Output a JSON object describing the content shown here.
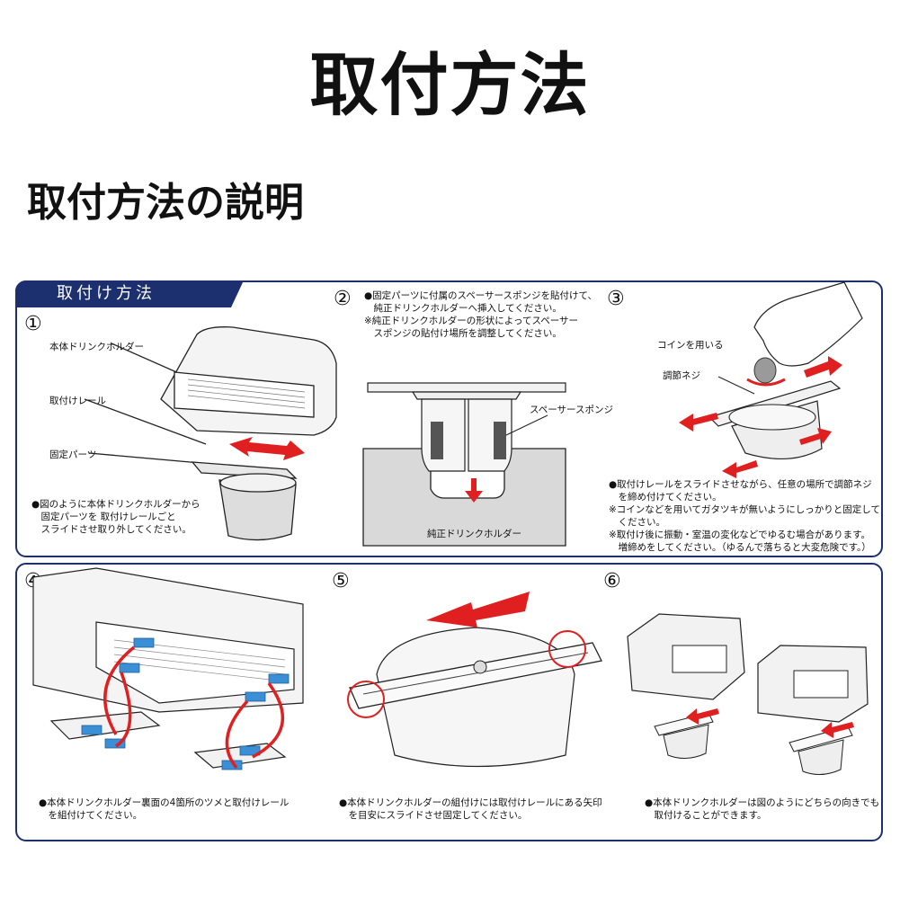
{
  "title": "取付方法",
  "subtitle": "取付方法の説明",
  "panel_top": {
    "tab": "取付け方法",
    "step1": {
      "num": "①",
      "label_holder": "本体ドリンクホルダー",
      "label_rail": "取付けレール",
      "label_fixed": "固定パーツ",
      "note": [
        "●図のように本体ドリンクホルダーから",
        "　固定パーツを 取付けレールごと",
        "　スライドさせ取り外してください。"
      ]
    },
    "step2": {
      "num": "②",
      "note": [
        "●固定パーツに付属のスペーサースポンジを貼付けて、",
        "　純正ドリンクホルダーへ挿入してください。",
        "※純正ドリンクホルダーの形状によってスペーサー",
        "　スポンジの貼付け場所を調整してください。"
      ],
      "label_sponge": "スペーサースポンジ",
      "label_oem": "純正ドリンクホルダー"
    },
    "step3": {
      "num": "③",
      "label_coin": "コインを用いる",
      "label_screw": "調節ネジ",
      "note": [
        "●取付けレールをスライドさせながら、任意の場所で調節ネジ",
        "　を締め付けてください。",
        "※コインなどを用いてガタツキが無いようにしっかりと固定して",
        "　ください。",
        "※取付け後に振動・室温の変化などでゆるむ場合があります。",
        "　増締めをしてください。（ゆるんで落ちると大変危険です。）"
      ]
    }
  },
  "panel_bottom": {
    "step4": {
      "num": "④",
      "note": [
        "●本体ドリンクホルダー裏面の4箇所のツメと取付けレール",
        "　を組付けてください。"
      ]
    },
    "step5": {
      "num": "⑤",
      "note": [
        "●本体ドリンクホルダーの組付けには取付けレールにある矢印",
        "　を目安にスライドさせ固定してください。"
      ]
    },
    "step6": {
      "num": "⑥",
      "note": [
        "●本体ドリンクホルダーは図のようにどちらの向きでも",
        "　取付けることができます。"
      ]
    }
  },
  "colors": {
    "accent": "#1c2f6f",
    "arrow_red": "#e02020",
    "clip_blue": "#3a8fd6",
    "sponge_gray": "#555555",
    "holder_gray": "#d9d9d9"
  }
}
